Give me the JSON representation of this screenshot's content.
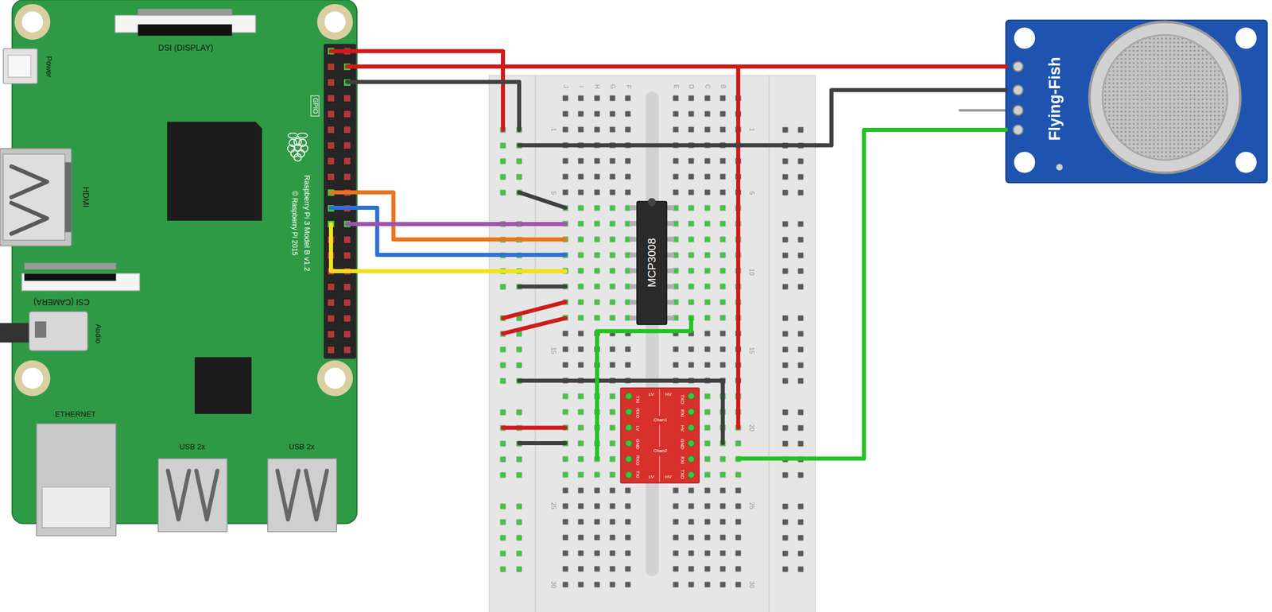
{
  "diagram": {
    "nodes": [
      {
        "text": [
          "Raspberry Pi 3 Model B v1.2",
          "© Raspberry Pi 2015",
          "DSI (DISPLAY)",
          "Power",
          "GPIO",
          "HDMI",
          "CSI (CAMERA)",
          "Audio",
          "ETHERNET",
          "USB 2x",
          "USB 2x"
        ]
      },
      {
        "text": [
          "J",
          "I",
          "H",
          "G",
          "F",
          "E",
          "D",
          "C",
          "B",
          "1",
          "1",
          "5",
          "5",
          "10",
          "15",
          "15",
          "20",
          "25",
          "25",
          "30",
          "30"
        ]
      },
      {
        "text": [
          "MCP3008"
        ],
        "in": 1
      },
      {
        "text": [
          "LV",
          "HV",
          "TXI",
          "TXO",
          "RXO",
          "RXI",
          "Chan1",
          "LV",
          "HV",
          "GND",
          "GND",
          "Chan2",
          "RXO",
          "RXI",
          "TXI",
          "TXO",
          "LV",
          "HV"
        ],
        "in": 1
      },
      {
        "text": [
          "Flying-Fish"
        ]
      }
    ],
    "edges": [
      {
        "from": 0,
        "to": 4,
        "arrow": "none"
      },
      {
        "from": 0,
        "to": 1,
        "arrow": "none"
      },
      {
        "from": 0,
        "to": 1,
        "arrow": "none"
      },
      {
        "from": 0,
        "to": 1,
        "arrow": "none"
      },
      {
        "from": 0,
        "to": 1,
        "arrow": "none"
      },
      {
        "from": 0,
        "to": 1,
        "arrow": "none"
      },
      {
        "from": 0,
        "to": 1,
        "arrow": "none"
      },
      {
        "from": 0,
        "to": 1,
        "arrow": "none"
      },
      {
        "from": 4,
        "to": 1,
        "arrow": "none"
      },
      {
        "from": 4,
        "to": 1,
        "arrow": "none"
      }
    ]
  }
}
